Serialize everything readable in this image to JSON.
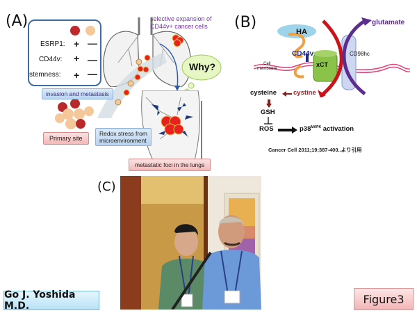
{
  "panels": {
    "a": {
      "label": "(A)",
      "legend": {
        "rows": [
          {
            "name": "ESRP1:",
            "positive": "+",
            "negative": "—"
          },
          {
            "name": "CD44v:",
            "positive": "+",
            "negative": "—"
          },
          {
            "name": "stemness:",
            "positive": "+",
            "negative": "—"
          }
        ]
      },
      "annotation_top": "selective expansion of CD44v+ cancer cells",
      "thought_bubble": "Why?",
      "tag_invasion": "invasion and metastasis",
      "tag_primary": "Primary site",
      "tag_redox_line1": "Redox stress from",
      "tag_redox_line2": "microenvironment",
      "tag_foci": "metastatic foci in the lungs"
    },
    "b": {
      "label": "(B)",
      "ha": "HA",
      "glutamate": "glutamate",
      "cd44v": "CD44v",
      "xct": "xCT",
      "cd98hc": "CD98hc",
      "membrane_line1": "Cell",
      "membrane_line2": "membrane",
      "cysteine": "cysteine",
      "cystine": "cystine",
      "gsh": "GSH",
      "ros": "ROS",
      "p38": "p38",
      "p38_sup": "MAPK",
      "activation": "activation",
      "citation": "Cancer Cell 2011;19;387-400..より引用"
    },
    "c": {
      "label": "(C)"
    }
  },
  "footer": {
    "author": "Go J. Yoshida M.D.",
    "figure": "Figure3"
  },
  "colors": {
    "cell_positive": "#c0282c",
    "cell_negative": "#f5c89a",
    "cystine_red": "#c9141c",
    "glutamate_purple": "#5b2d8e",
    "cd44v_blue": "#1f2e8c"
  }
}
